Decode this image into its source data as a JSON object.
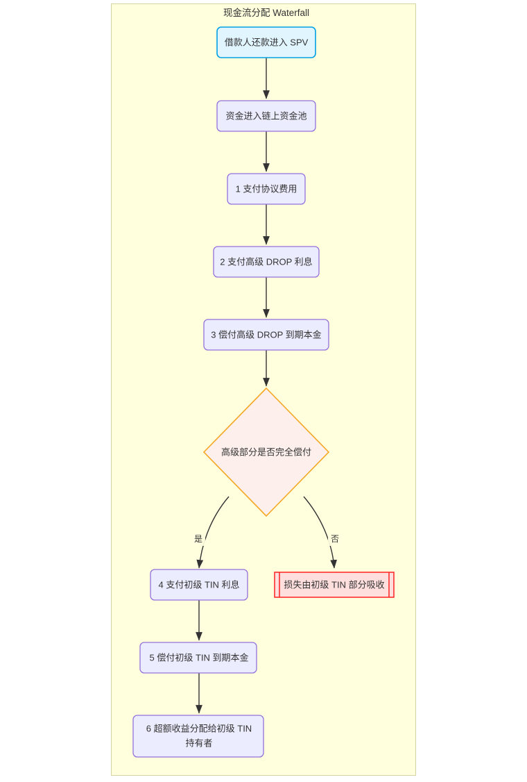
{
  "diagram": {
    "title": "现金流分配 Waterfall",
    "type": "flowchart",
    "direction": "top-down",
    "canvas_color": "#ffffde",
    "nodes": [
      {
        "id": "n0",
        "label": "借款人还款进入 SPV",
        "shape": "rounded-rect",
        "style": "start",
        "fill": "#e1f5fe",
        "stroke": "#01a0e4"
      },
      {
        "id": "n1",
        "label": "资金进入链上资金池",
        "shape": "rounded-rect",
        "style": "default",
        "fill": "#ececff",
        "stroke": "#9370db"
      },
      {
        "id": "n2",
        "label": "1 支付协议费用",
        "shape": "rounded-rect",
        "style": "default",
        "fill": "#ececff",
        "stroke": "#9370db"
      },
      {
        "id": "n3",
        "label": "2 支付高级 DROP 利息",
        "shape": "rounded-rect",
        "style": "default",
        "fill": "#ececff",
        "stroke": "#9370db"
      },
      {
        "id": "n4",
        "label": "3 偿付高级 DROP 到期本金",
        "shape": "rounded-rect",
        "style": "default",
        "fill": "#ececff",
        "stroke": "#9370db"
      },
      {
        "id": "n5",
        "label": "高级部分是否完全偿付",
        "shape": "diamond",
        "style": "decision",
        "fill": "#fdf0ec",
        "stroke": "#f5a623"
      },
      {
        "id": "n6",
        "label": "4 支付初级 TIN 利息",
        "shape": "rounded-rect",
        "style": "default",
        "fill": "#ececff",
        "stroke": "#9370db"
      },
      {
        "id": "n7",
        "label": "损失由初级 TIN 部分吸收",
        "shape": "subroutine",
        "style": "loss",
        "fill": "#ffdede",
        "stroke": "#ff2020"
      },
      {
        "id": "n8",
        "label": "5 偿付初级 TIN 到期本金",
        "shape": "rounded-rect",
        "style": "default",
        "fill": "#ececff",
        "stroke": "#9370db"
      },
      {
        "id": "n9",
        "label_line1": "6 超额收益分配给初级 TIN",
        "label_line2": "持有者",
        "shape": "rounded-rect",
        "style": "default",
        "fill": "#ececff",
        "stroke": "#9370db"
      }
    ],
    "edges": [
      {
        "from": "n0",
        "to": "n1",
        "label": ""
      },
      {
        "from": "n1",
        "to": "n2",
        "label": ""
      },
      {
        "from": "n2",
        "to": "n3",
        "label": ""
      },
      {
        "from": "n3",
        "to": "n4",
        "label": ""
      },
      {
        "from": "n4",
        "to": "n5",
        "label": ""
      },
      {
        "from": "n5",
        "to": "n6",
        "label": "是"
      },
      {
        "from": "n5",
        "to": "n7",
        "label": "否"
      },
      {
        "from": "n6",
        "to": "n8",
        "label": ""
      },
      {
        "from": "n8",
        "to": "n9",
        "label": ""
      }
    ],
    "edge_labels": {
      "yes": "是",
      "no": "否"
    }
  }
}
